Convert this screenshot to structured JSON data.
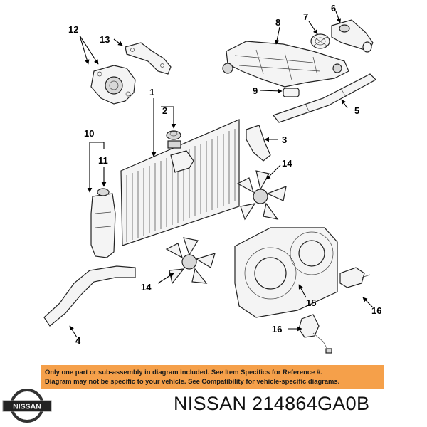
{
  "diagram": {
    "callouts": [
      "1",
      "2",
      "3",
      "4",
      "5",
      "6",
      "7",
      "8",
      "9",
      "10",
      "11",
      "12",
      "13",
      "14",
      "14",
      "15",
      "16",
      "16"
    ]
  },
  "notice": {
    "line1": "Only one part or sub-assembly in diagram included. See Item Specifics for Reference #.",
    "line2": "Diagram may not be specific to your vehicle. See Compatibility for vehicle-specific diagrams.",
    "background_color": "#f5a04a"
  },
  "logo": {
    "brand": "NISSAN"
  },
  "title": {
    "text": "NISSAN 214864GA0B"
  }
}
